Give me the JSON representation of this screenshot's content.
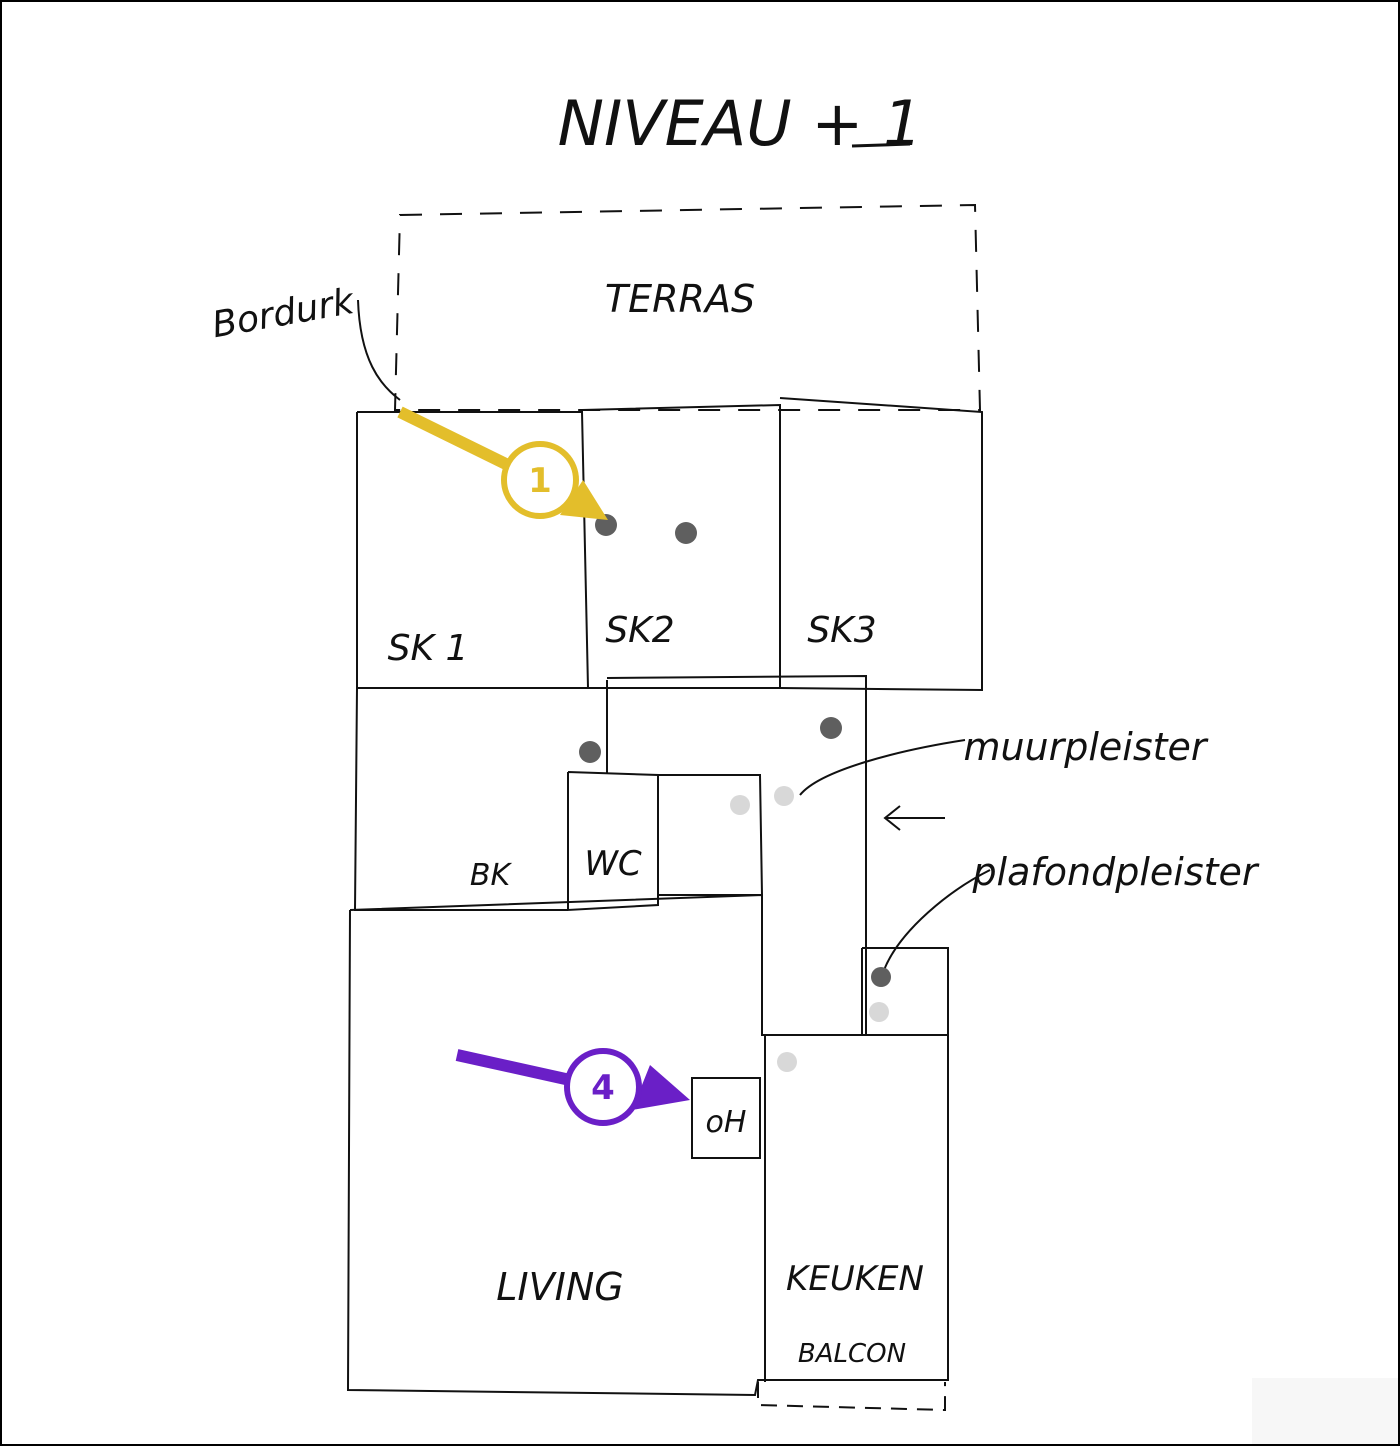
{
  "title": "NIVEAU + 1",
  "rooms": {
    "terras": "TERRAS",
    "sk1": "SK 1",
    "sk2": "SK2",
    "sk3": "SK3",
    "bk": "BK",
    "wc": "WC",
    "of": "oH",
    "living": "LIVING",
    "keuken": "KEUKEN",
    "balcon": "BALCON"
  },
  "annotations": {
    "bordurk": "Bordurk",
    "muurpleister": "muurpleister",
    "plafondpleister": "plafondpleister"
  },
  "markers": [
    {
      "label": "1",
      "color": "#E3BE2B"
    },
    {
      "label": "4",
      "color": "#6A1FC7"
    }
  ],
  "colors": {
    "ink": "#111111",
    "dot_dark": "#5f5f5f",
    "dot_light": "#d8d8d8",
    "frame": "#000000"
  }
}
